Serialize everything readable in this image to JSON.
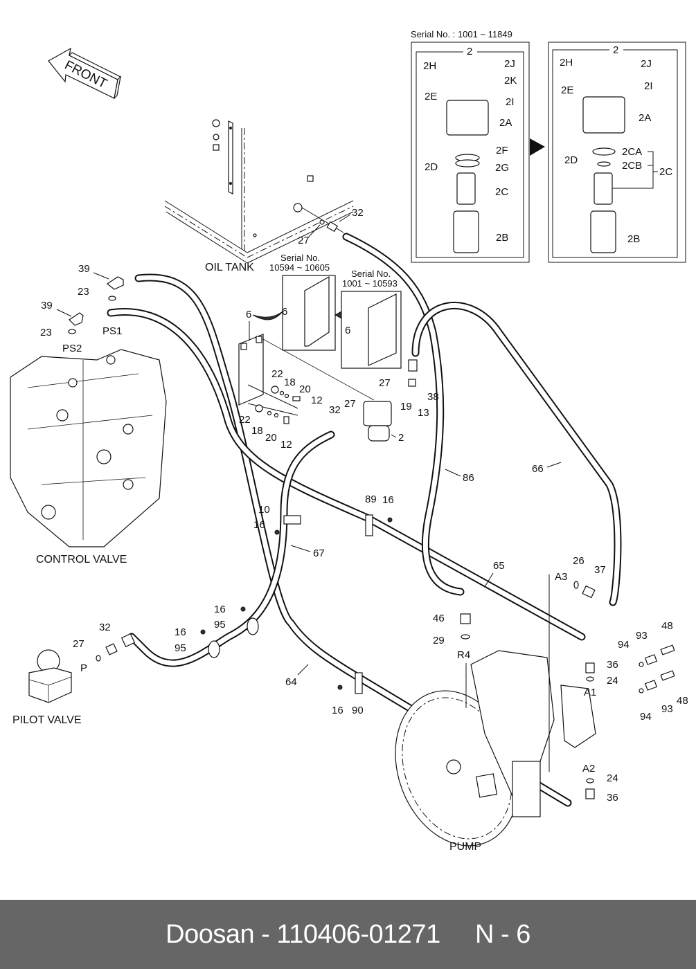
{
  "front_arrow": {
    "label": "FRONT"
  },
  "detail": {
    "serial_label": "Serial No. : 1001 ~ 11849",
    "old": {
      "assembly": "2",
      "labels": {
        "h": "2H",
        "j": "2J",
        "k": "2K",
        "e": "2E",
        "i": "2I",
        "a": "2A",
        "d": "2D",
        "f": "2F",
        "g": "2G",
        "c": "2C",
        "b": "2B"
      }
    },
    "new": {
      "assembly": "2",
      "labels": {
        "h": "2H",
        "j": "2J",
        "e": "2E",
        "i": "2I",
        "a": "2A",
        "d": "2D",
        "ca": "2CA",
        "cb": "2CB",
        "c": "2C",
        "b": "2B"
      }
    }
  },
  "oil_tank": {
    "caption": "OIL TANK",
    "labels": {
      "seal": "27",
      "adapter": "32"
    }
  },
  "bracket_variants": [
    {
      "serial_title": "Serial No.",
      "serial_range": "10594 ~ 10605",
      "part": "6"
    },
    {
      "serial_title": "Serial No.",
      "serial_range": "1001 ~ 10593",
      "part": "6"
    }
  ],
  "filter_mount": {
    "labels": {
      "bracket": "6",
      "a22": "22",
      "a18": "18",
      "a20": "20",
      "a12": "12",
      "b22": "22",
      "b18": "18",
      "b20": "20",
      "b12": "12",
      "in_adapter": "32",
      "in_seal": "27",
      "out_seal": "27",
      "elbow": "38",
      "washer": "19",
      "screw": "13",
      "filter": "2"
    }
  },
  "control_valve": {
    "caption": "CONTROL VALVE",
    "labels": {
      "elbow1": "39",
      "oring1": "23",
      "elbow2": "39",
      "oring2": "23",
      "port1": "PS1",
      "port2": "PS2"
    }
  },
  "pilot_valve": {
    "caption": "PILOT VALVE",
    "labels": {
      "port": "P",
      "seal": "27",
      "adapter": "32",
      "bolt1": "16",
      "clamp1": "95",
      "bolt2": "16",
      "clamp2": "95"
    }
  },
  "hoses": {
    "h64": "64",
    "h65": "65",
    "h66": "66",
    "h67": "67",
    "h86": "86"
  },
  "clamps": {
    "c10": "10",
    "b10": "16",
    "c89": "89",
    "b89": "16",
    "c90": "90",
    "b90": "16"
  },
  "pump": {
    "caption": "PUMP",
    "labels": {
      "r4": "R4",
      "a46": "46",
      "a29": "29",
      "a3": "A3",
      "a26": "26",
      "a37": "37",
      "a1": "A1",
      "a36": "36",
      "a24": "24",
      "a2": "A2",
      "b24": "24",
      "b36": "36",
      "p94a": "94",
      "p93a": "93",
      "p48a": "48",
      "p94b": "94",
      "p93b": "93",
      "p48b": "48"
    }
  },
  "footer": {
    "brand": "Doosan",
    "separator": " - ",
    "part_number": "110406-01271",
    "page": "N - 6"
  }
}
